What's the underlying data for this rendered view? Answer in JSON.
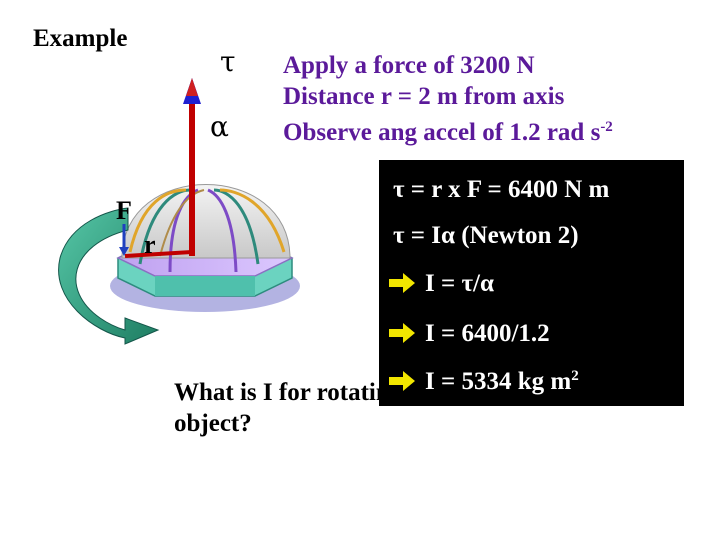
{
  "slide": {
    "title": "Example",
    "tau_symbol": "τ",
    "alpha_symbol": "α",
    "force_label": "F",
    "radius_label": "r"
  },
  "givens": {
    "line1": "Apply a force of 3200 N",
    "line2": "Distance r = 2 m from axis",
    "line3_text": "Observe ang accel of 1.2 rad s",
    "line3_exp": "-2"
  },
  "calc": {
    "line1": "τ =  r x F = 6400 N m",
    "line2": "τ = Iα  (Newton 2)",
    "line3": "I = τ/α",
    "line4": "I = 6400/1.2",
    "line5_text": "I = 5334 kg m",
    "line5_exp": "2"
  },
  "question": {
    "line1": "What is I for rotating",
    "line2": "object?"
  },
  "colors": {
    "givens_text": "#5b1a9a",
    "tau_vector": "#c00000",
    "alpha_vector": "#2020d0",
    "force_arrow": "#3aa58a",
    "box_background": "#000000",
    "arrow_bullet": "#f2e600"
  },
  "icons": {
    "bullet": "right-arrow-icon"
  }
}
